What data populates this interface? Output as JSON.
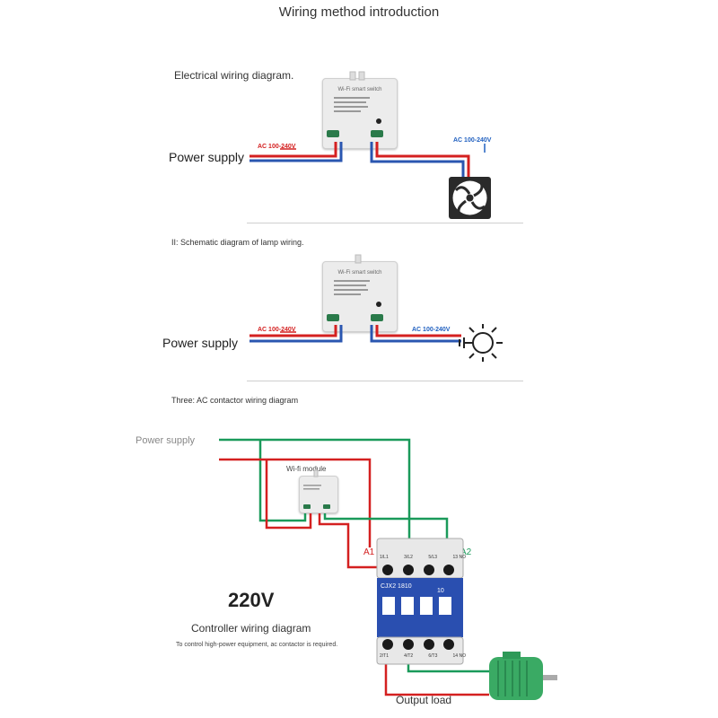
{
  "title": "Wiring method introduction",
  "section1": {
    "label": "Electrical wiring diagram.",
    "power_supply": "Power supply",
    "ac_in": "AC 100-240V",
    "ac_out": "AC 100-240V",
    "switch_title": "Wi-Fi smart switch",
    "load_icon": "fan-icon"
  },
  "section2": {
    "label": "II: Schematic diagram of lamp wiring.",
    "power_supply": "Power supply",
    "ac_in": "AC 100-240V",
    "ac_out": "AC 100-240V",
    "switch_title": "Wi-Fi smart switch",
    "load_icon": "lightbulb-icon"
  },
  "section3": {
    "label": "Three: AC contactor wiring diagram",
    "power_supply": "Power supply",
    "module_label": "Wi-fi module",
    "a1": "A1",
    "a2": "A2",
    "voltage": "220V",
    "controller_label": "Controller wiring diagram",
    "note": "To control high-power equipment, ac contactor is required.",
    "output_load": "Output load",
    "contactor_model": "CJX2 1810",
    "contactor_rating": "10",
    "top_terminals": [
      "1/L1",
      "3/L2",
      "5/L3",
      "13 NO"
    ],
    "bottom_terminals": [
      "2/T1",
      "4/T2",
      "6/T3",
      "14 NO"
    ],
    "load_icon": "motor-icon"
  },
  "colors": {
    "red_wire": "#d42020",
    "blue_wire": "#2a56b0",
    "green_wire": "#1a9a5a",
    "contactor_blue": "#2a4fb0"
  }
}
